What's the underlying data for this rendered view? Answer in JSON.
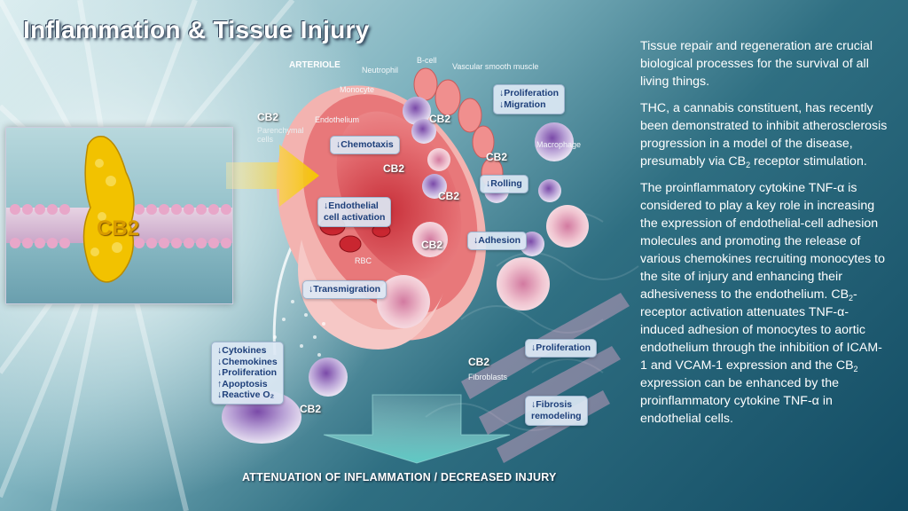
{
  "title": "Inflammation & Tissue Injury",
  "membrane": {
    "protein_label": "CB2"
  },
  "diagram": {
    "arteriole_label": "ARTERIOLE",
    "labels": {
      "neutrophil": "Neutrophil",
      "b_cell": "B-cell",
      "vascular_smooth_muscle": "Vascular smooth muscle",
      "monocyte": "Monocyte",
      "endothelium": "Endothelium",
      "macrophage": "Macrophage",
      "rbc": "RBC",
      "parenchymal_cells": "Parenchymal cells",
      "fibroblasts": "Fibroblasts"
    },
    "cb2_tag": "CB2",
    "callouts": {
      "proliferation_migration": [
        "↓Proliferation",
        "↓Migration"
      ],
      "chemotaxis": [
        "↓Chemotaxis"
      ],
      "rolling": [
        "↓Rolling"
      ],
      "endothelial_activation": [
        "↓Endothelial",
        "cell activation"
      ],
      "adhesion": [
        "↓Adhesion"
      ],
      "transmigration": [
        "↓Transmigration"
      ],
      "proliferation_fibro": [
        "↓Proliferation"
      ],
      "fibrosis": [
        "↓Fibrosis",
        "remodeling"
      ],
      "cytokines_list": [
        "↓Cytokines",
        "↓Chemokines",
        "↓Proliferation",
        "↑Apoptosis",
        "↓Reactive O₂"
      ]
    },
    "bottom_text": "ATTENUATION OF INFLAMMATION / DECREASED INJURY"
  },
  "panel": {
    "p1": "Tissue repair and regeneration are crucial biological processes for the survival of all living things.",
    "p2_before": "THC, a cannabis constituent, has recently been demonstrated to inhibit atherosclerosis progression in a model of the disease, presumably via CB",
    "p2_sub": "2",
    "p2_after": " receptor stimulation.",
    "p3_a": "The proinflammatory cytokine TNF-α is considered to play a key role in increasing the expression of endothelial-cell adhesion molecules and promoting the release of various chemokines recruiting monocytes to the site of injury and enhancing their adhesiveness to the endothelium. CB",
    "p3_sub1": "2",
    "p3_b": "-receptor activation attenuates TNF-α-induced adhesion of monocytes to aortic endothelium through the inhibition of ICAM-1 and VCAM-1 expression and the CB",
    "p3_sub2": "2",
    "p3_c": " expression can be enhanced by the proinflammatory cytokine TNF-α in endothelial cells."
  },
  "colors": {
    "callout_text": "#1d3f7a",
    "artery": "#e8787a",
    "protein": "#f2c200",
    "arrow": "#5fc9c4"
  }
}
